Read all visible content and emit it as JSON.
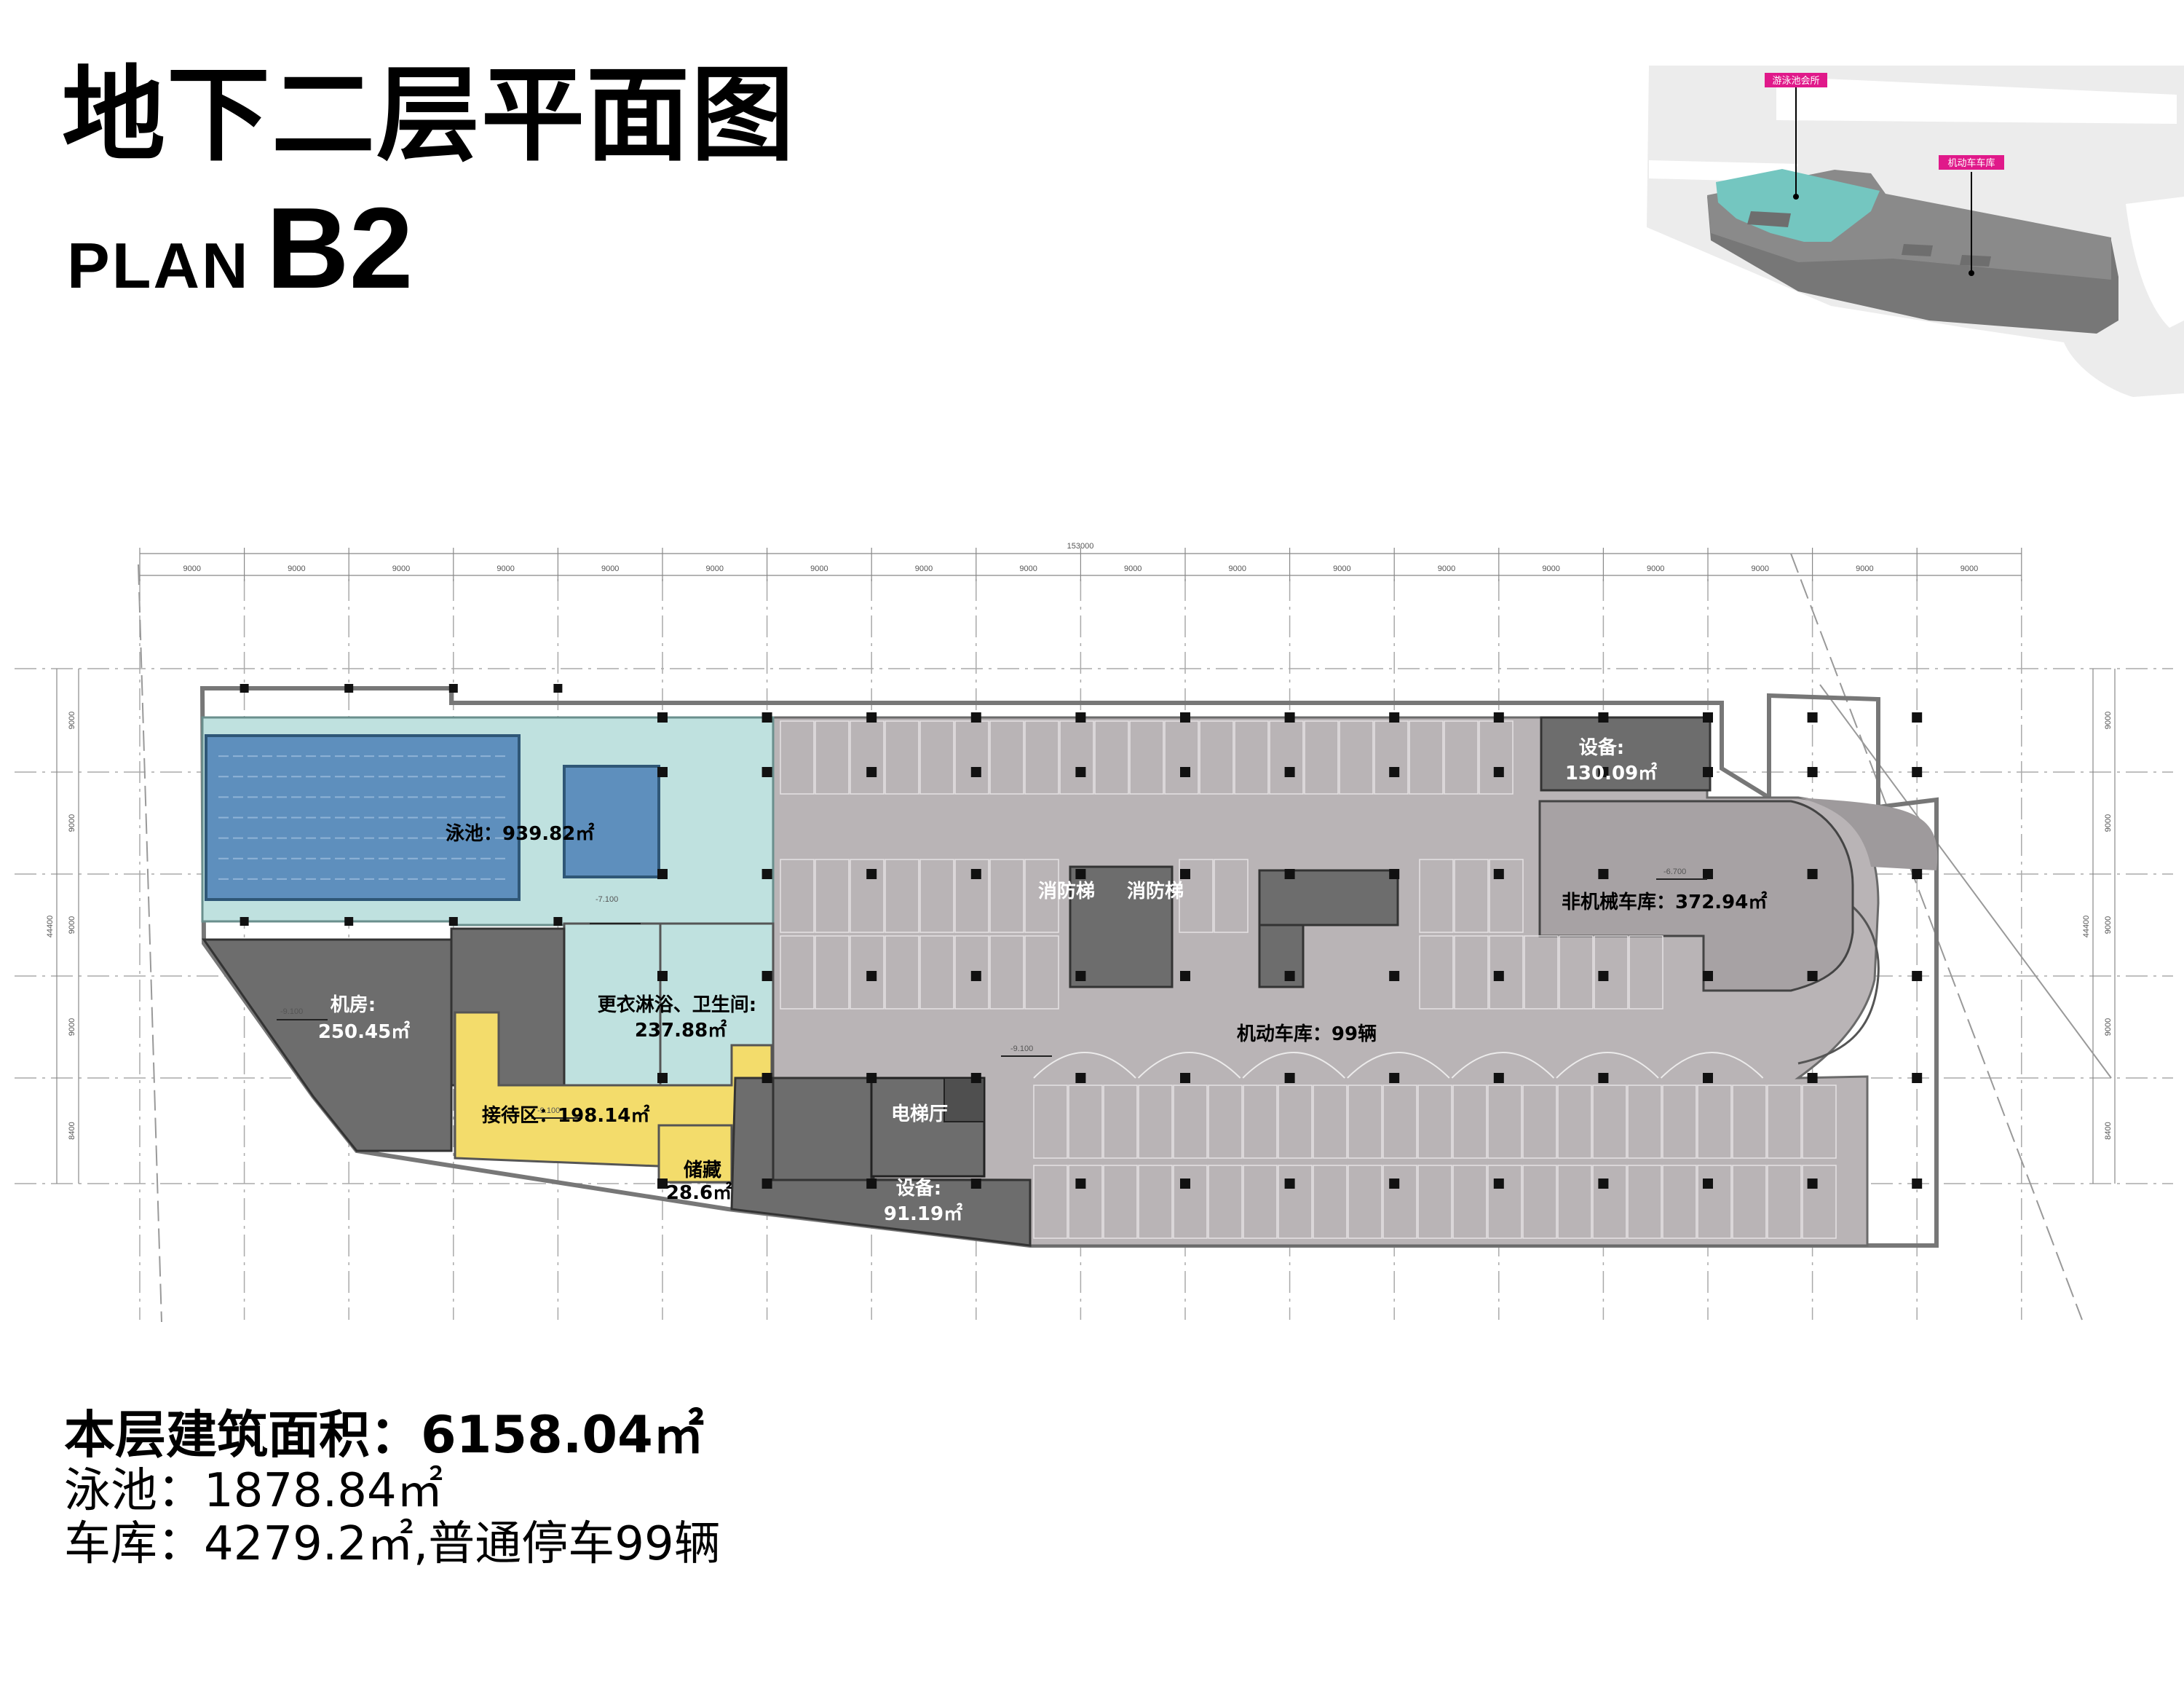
{
  "header": {
    "title_cn": "地下二层平面图",
    "plan_text": "PLAN",
    "level_code": "B2"
  },
  "keyplan": {
    "tags": [
      {
        "text": "游泳池会所",
        "color": "#e0198a"
      },
      {
        "text": "机动车车库",
        "color": "#e0198a"
      }
    ]
  },
  "dimensions": {
    "overall": "153000",
    "bays": [
      "9000",
      "9000",
      "9000",
      "9000",
      "9000",
      "9000",
      "9000",
      "9000",
      "9000",
      "9000",
      "9000",
      "9000",
      "9000",
      "9000",
      "9000",
      "9000",
      "9000",
      "9000"
    ],
    "side_overall": "44400",
    "side_bays": [
      "9000",
      "9000",
      "9000",
      "9000",
      "8400"
    ],
    "elevations": [
      "-7.100",
      "-9.100",
      "-9.100",
      "-6.700",
      "-9.100"
    ]
  },
  "rooms": {
    "pool": {
      "name": "泳池",
      "area": "939.82㎡"
    },
    "machine_room": {
      "name": "机房:",
      "area": "250.45㎡"
    },
    "changing": {
      "name": "更衣淋浴、卫生间:",
      "area": "237.88㎡"
    },
    "reception": {
      "name": "接待区",
      "area": "198.14㎡"
    },
    "storage": {
      "name": "储藏",
      "area": "28.6㎡"
    },
    "equip_small": {
      "name": "设备:",
      "area": "91.19㎡"
    },
    "elevator_hall": {
      "name": "电梯厅"
    },
    "fire_stair_a": {
      "name": "消防梯"
    },
    "fire_stair_b": {
      "name": "消防梯"
    },
    "garage": {
      "name": "机动车库",
      "count": "99辆"
    },
    "non_motor_garage": {
      "name": "非机械车库",
      "area": "372.94㎡"
    },
    "equip_top": {
      "name": "设备:",
      "area": "130.09㎡"
    }
  },
  "summary": {
    "total_label": "本层建筑面积",
    "total_value": "6158.04㎡",
    "pool_label": "泳池",
    "pool_value": "1878.84㎡",
    "garage_label": "车库",
    "garage_value": "4279.2㎡,普通停车99辆"
  },
  "colors": {
    "pool_zone": "#bfe1df",
    "pool_water": "#5e8fbd",
    "reception": "#f3dc6b",
    "garage": "#b9b4b6",
    "service": "#6d6d6d",
    "column": "#111111"
  }
}
